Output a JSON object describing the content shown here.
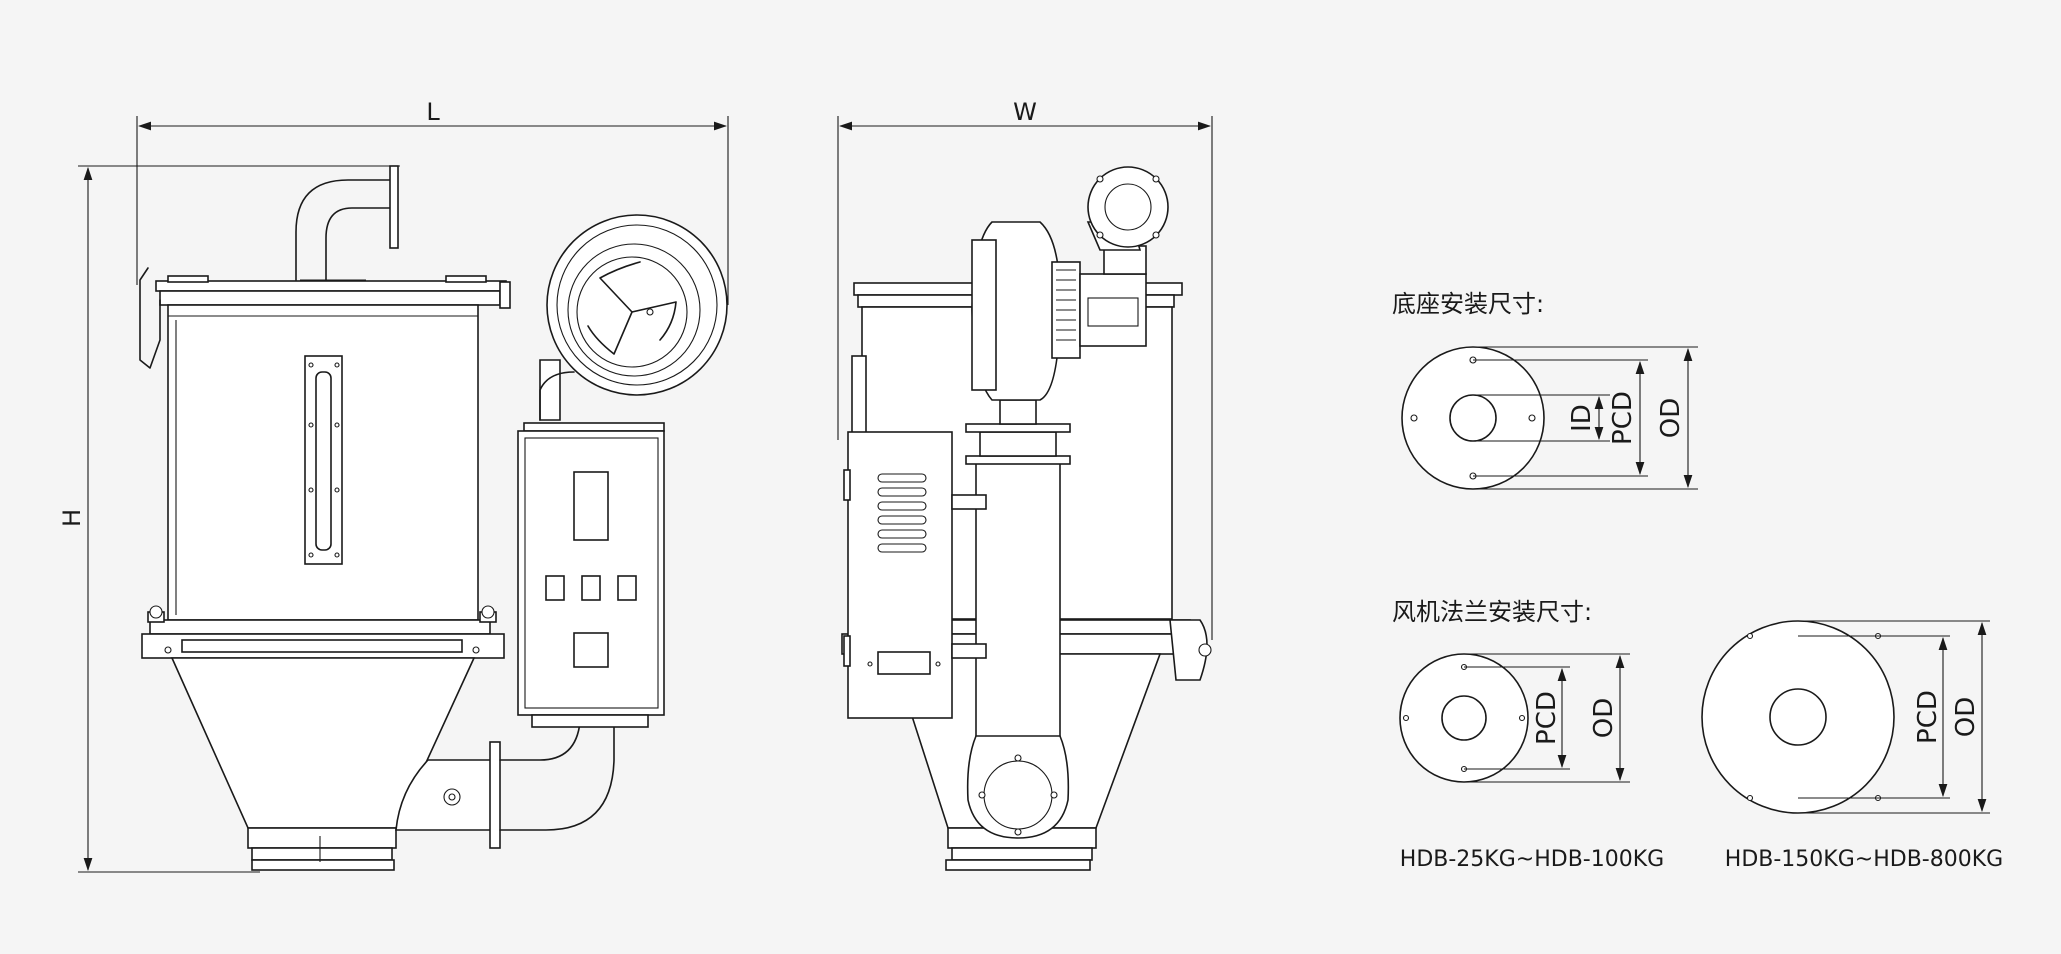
{
  "dimensions": {
    "length": "L",
    "width": "W",
    "height": "H"
  },
  "base_mount": {
    "title": "底座安装尺寸:",
    "labels": {
      "id": "ID",
      "pcd": "PCD",
      "od": "OD"
    }
  },
  "blower_flange": {
    "title": "风机法兰安装尺寸:",
    "small": {
      "model_range": "HDB-25KG~HDB-100KG",
      "labels": {
        "pcd": "PCD",
        "od": "OD"
      }
    },
    "large": {
      "model_range": "HDB-150KG~HDB-800KG",
      "labels": {
        "pcd": "PCD",
        "od": "OD"
      }
    }
  }
}
